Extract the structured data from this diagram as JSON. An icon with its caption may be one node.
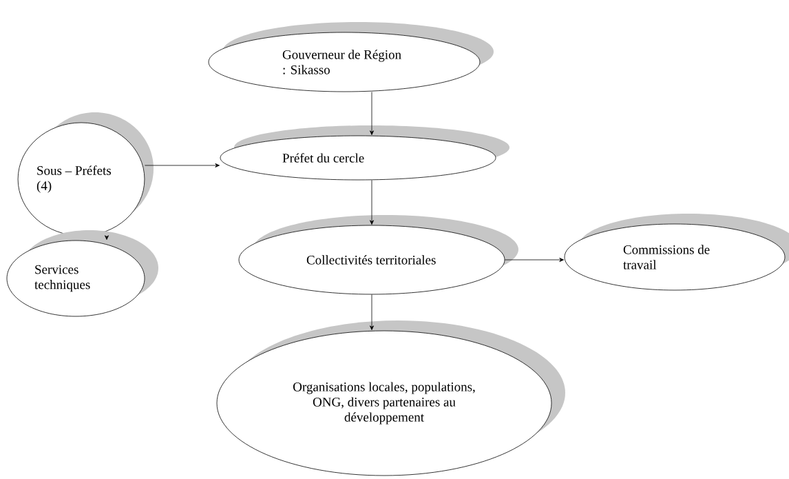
{
  "diagram": {
    "nodes": [
      {
        "text": [
          "Gouverneur de Région : Sikasso"
        ]
      },
      {
        "text": [
          "Préfet du cercle"
        ]
      },
      {
        "text": [
          "Sous – Préfets (4)"
        ]
      },
      {
        "text": [
          "Services techniques"
        ]
      },
      {
        "text": [
          "Collectivités territoriales"
        ]
      },
      {
        "text": [
          "Commissions de travail"
        ]
      },
      {
        "text": [
          "Organisations locales, populations, ONG, divers partenaires au développement"
        ]
      }
    ],
    "edges": [
      {
        "from": 0,
        "to": 1,
        "arrow": "to"
      },
      {
        "from": 2,
        "to": 1,
        "arrow": "to"
      },
      {
        "from": 1,
        "to": 4,
        "arrow": "to"
      },
      {
        "from": 2,
        "to": 3,
        "arrow": "to"
      },
      {
        "from": 4,
        "to": 5,
        "arrow": "to"
      },
      {
        "from": 4,
        "to": 6,
        "arrow": "to"
      }
    ]
  }
}
